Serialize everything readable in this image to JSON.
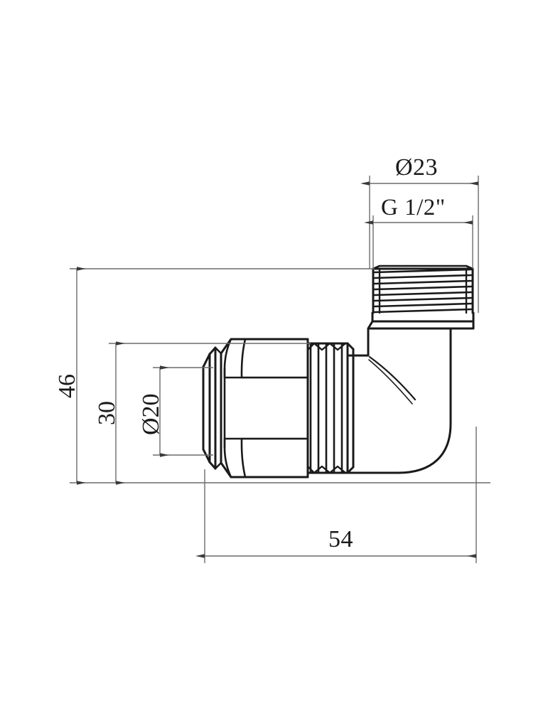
{
  "drawing": {
    "title": "Elbow compression fitting — dimensioned technical drawing",
    "background_color": "#ffffff",
    "line_color": "#1a1a1a",
    "dimension_line_color": "#6b6b6b",
    "units": "mm"
  },
  "dimensions": {
    "outer_diameter_top": "Ø23",
    "thread_spec": "G 1/2\"",
    "height_overall": "46",
    "height_axis": "30",
    "pipe_diameter": "Ø20",
    "length_overall": "54"
  },
  "part": {
    "type": "90-degree elbow compression fitting",
    "features": [
      "male-thread-vertical",
      "elbow-body",
      "compression-nut-hex",
      "horizontal-thread",
      "tube-collar-ferrule"
    ]
  }
}
